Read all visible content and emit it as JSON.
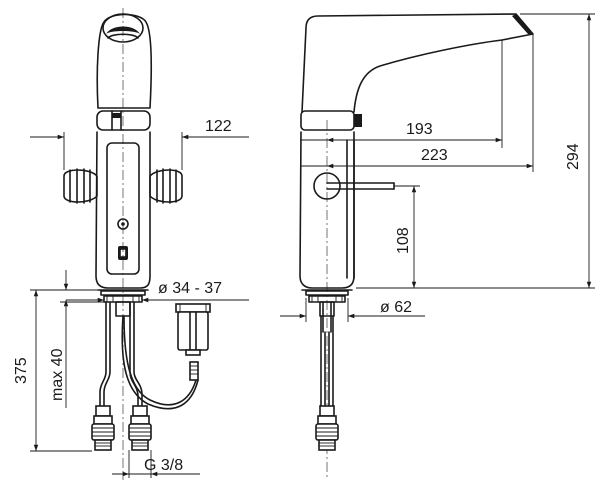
{
  "drawing": {
    "dim_122": "122",
    "dim_34_37": "ø 34 - 37",
    "dim_375": "375",
    "dim_max40": "max 40",
    "dim_g38": "G 3/8",
    "dim_193": "193",
    "dim_223": "223",
    "dim_294": "294",
    "dim_108": "108",
    "dim_62": "ø 62"
  },
  "colors": {
    "ink": "#1a1a1a",
    "paper": "#ffffff"
  }
}
